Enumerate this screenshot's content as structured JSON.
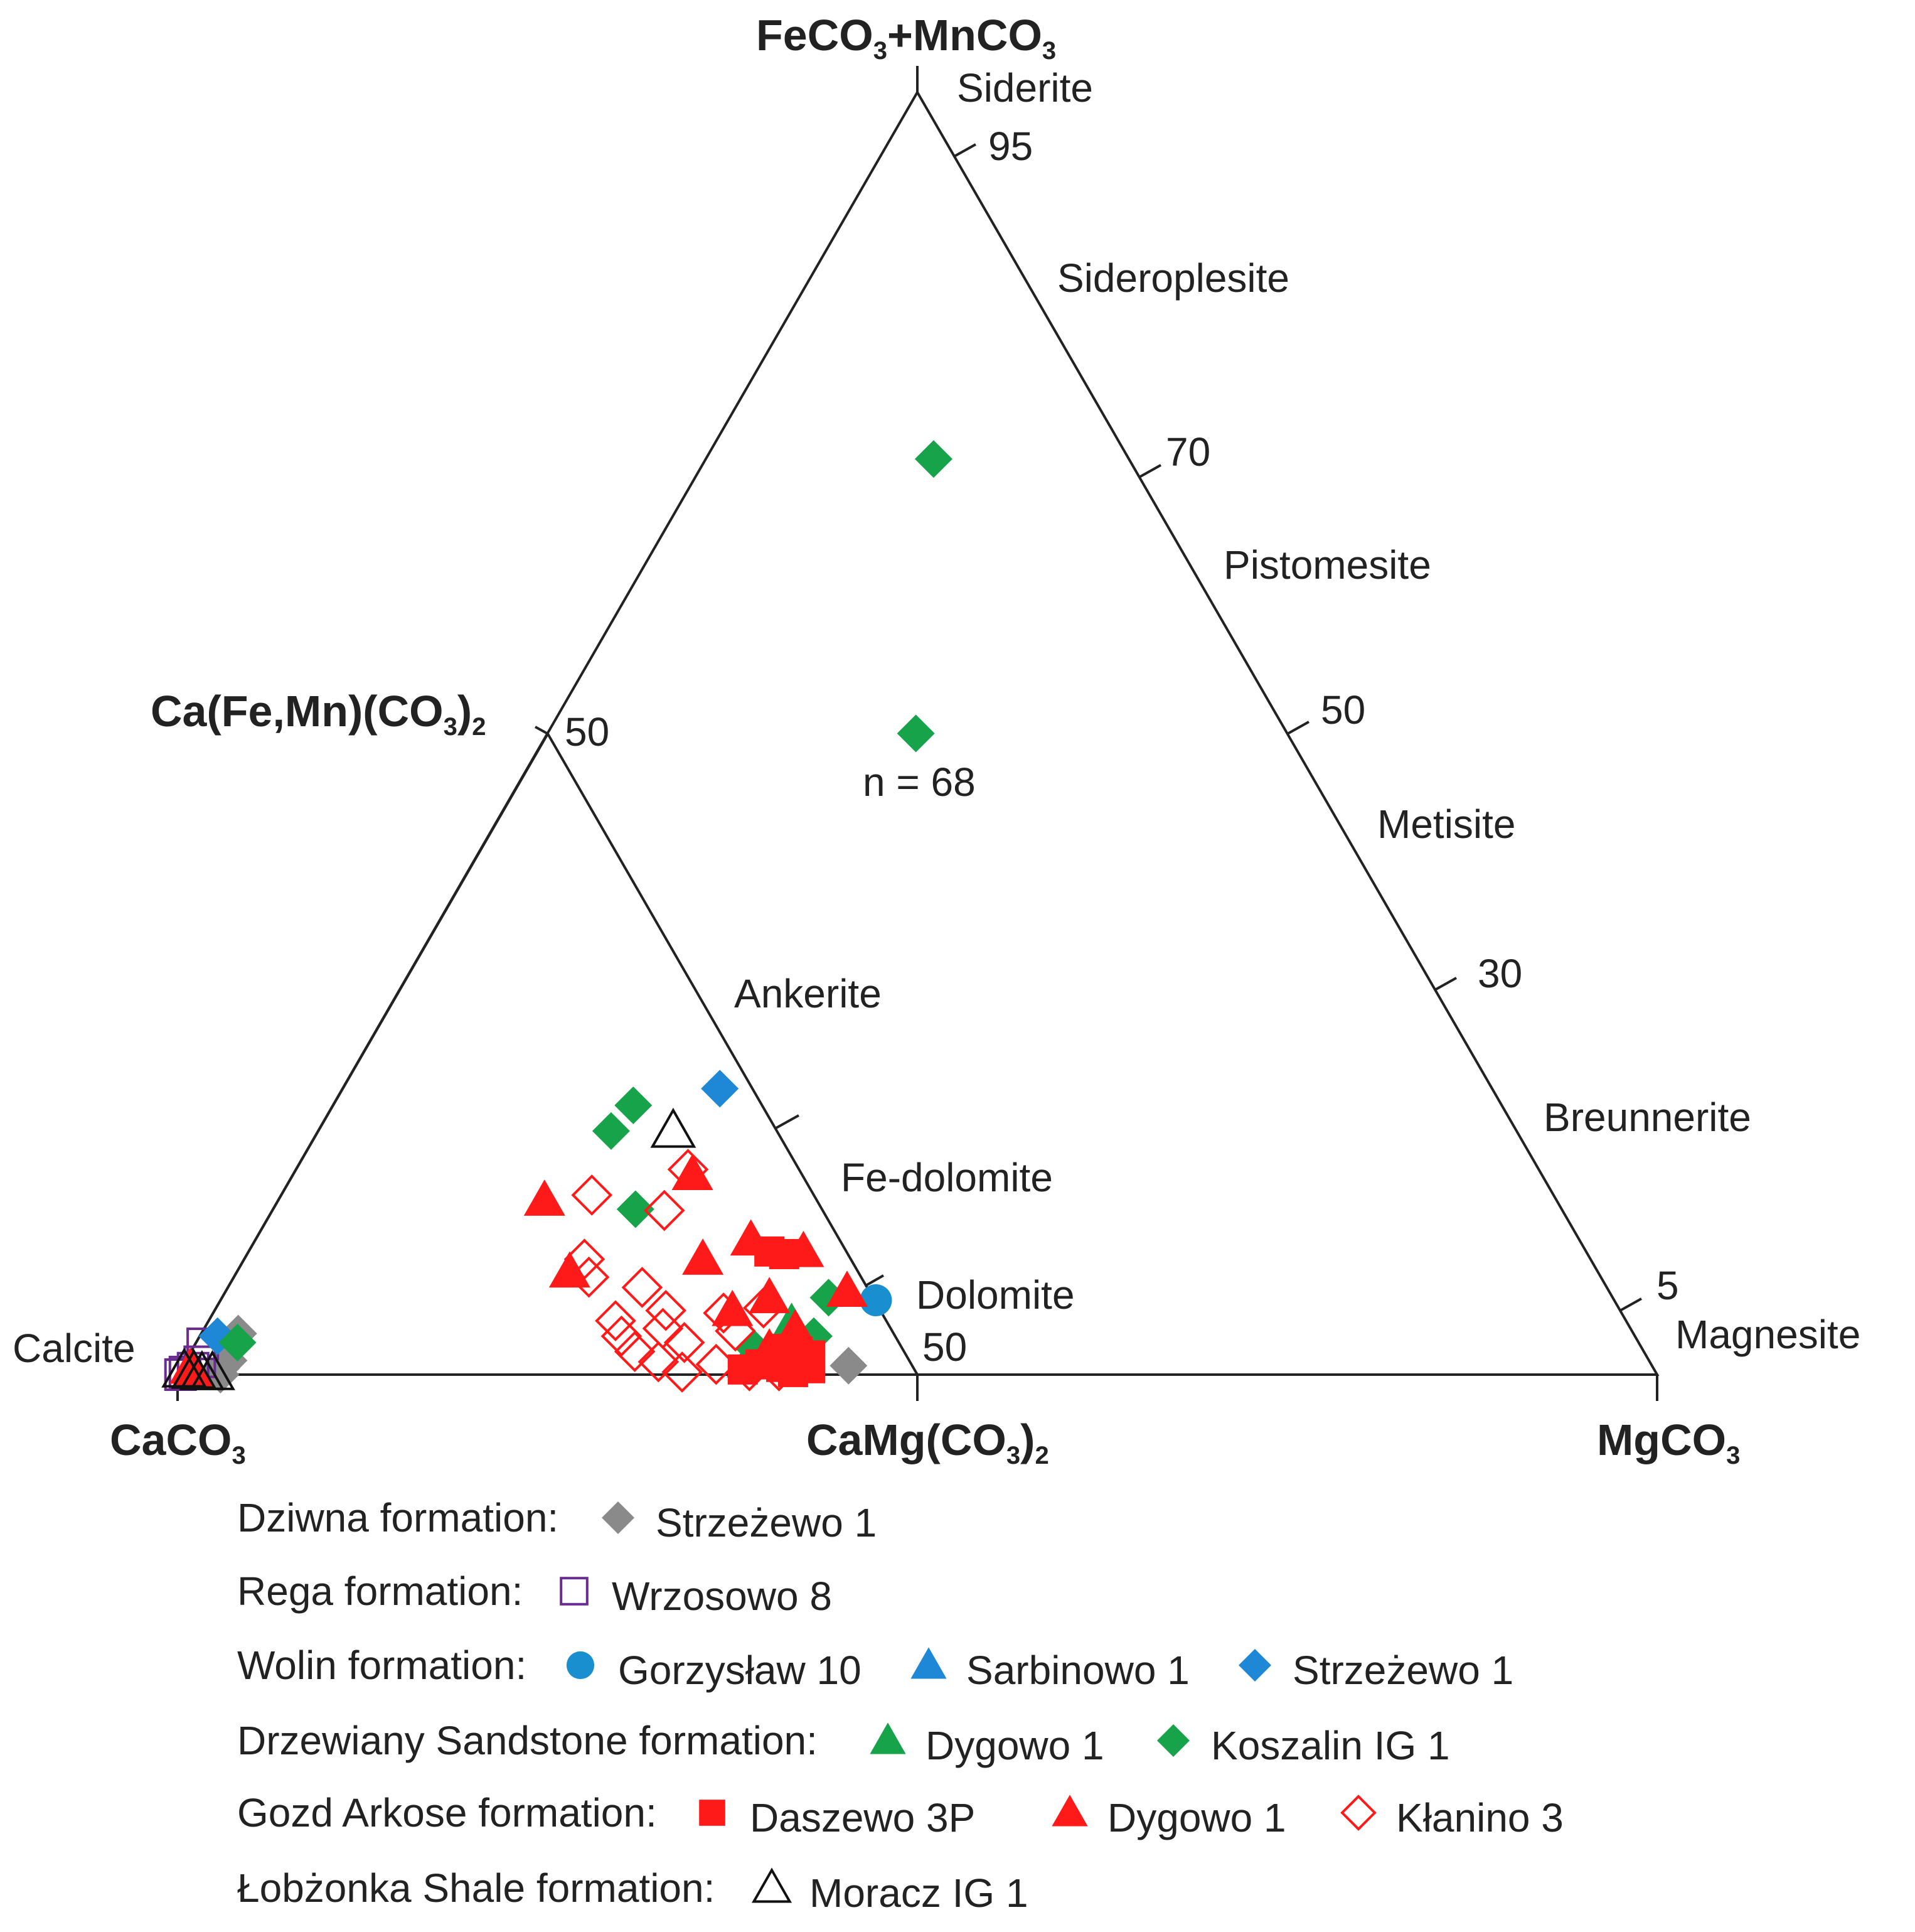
{
  "chart_data": {
    "type": "scatter",
    "subtype": "ternary",
    "title": "",
    "annotation": "n = 68",
    "colors": {
      "gray": "#8a8a8a",
      "purple": "#6a2c91",
      "blue_circle": "#1a8fd0",
      "blue_tri": "#1e88d6",
      "green": "#16a34a",
      "red": "#ff1a1a",
      "black": "#111111"
    },
    "vertices": {
      "top": {
        "main": "FeCO",
        "sub1": "3",
        "mid": "+MnCO",
        "sub2": "3"
      },
      "left": {
        "main": "CaCO",
        "sub1": "3"
      },
      "right": {
        "main": "MgCO",
        "sub1": "3"
      },
      "mid_bottom": {
        "main": "CaMg(CO",
        "sub1": "3",
        "close": ")",
        "sub2": "2"
      },
      "mid_left": {
        "main": "Ca(Fe,Mn)(CO",
        "sub1": "3",
        "close": ")",
        "sub2": "2"
      }
    },
    "right_edge_ticks": [
      "95",
      "70",
      "50",
      "30",
      "5"
    ],
    "left_edge_tick": "50",
    "bottom_edge_tick": "50",
    "minerals": {
      "siderite": "Siderite",
      "sideroplesite": "Sideroplesite",
      "pistomesite": "Pistomesite",
      "metisite": "Metisite",
      "breunnerite": "Breunnerite",
      "magnesite": "Magnesite",
      "ankerite": "Ankerite",
      "fe_dolomite": "Fe-dolomite",
      "dolomite": "Dolomite",
      "calcite": "Calcite"
    },
    "legend": [
      {
        "formation": "Dziwna formation:",
        "entries": [
          {
            "series": "strzezewo1_dziwna",
            "label": "Strzeżewo 1"
          }
        ]
      },
      {
        "formation": "Rega formation:",
        "entries": [
          {
            "series": "wrzosowo8",
            "label": "Wrzosowo 8"
          }
        ]
      },
      {
        "formation": "Wolin formation:",
        "entries": [
          {
            "series": "gorzyslaw10",
            "label": "Gorzysław 10"
          },
          {
            "series": "sarbinowo1",
            "label": "Sarbinowo 1"
          },
          {
            "series": "strzezewo1_wolin",
            "label": "Strzeżewo 1"
          }
        ]
      },
      {
        "formation": "Drzewiany Sandstone formation:",
        "entries": [
          {
            "series": "dygowo1_drzewiany",
            "label": "Dygowo 1"
          },
          {
            "series": "koszalin",
            "label": "Koszalin IG 1"
          }
        ]
      },
      {
        "formation": "Gozd Arkose formation:",
        "entries": [
          {
            "series": "daszewo3p",
            "label": "Daszewo 3P"
          },
          {
            "series": "dygowo1_gozd",
            "label": "Dygowo 1"
          },
          {
            "series": "klanino3",
            "label": "Kłanino 3"
          }
        ]
      },
      {
        "formation": "Łobżonka Shale formation:",
        "entries": [
          {
            "series": "moracz",
            "label": "Moracz IG 1"
          }
        ]
      }
    ],
    "series": [
      {
        "id": "strzezewo1_dziwna",
        "marker": "diamond",
        "filled": true,
        "color": "#8a8a8a",
        "points": [
          [
            2.5,
            3.2
          ],
          [
            2.5,
            2.1
          ],
          [
            2.9,
            1.1
          ],
          [
            2.7,
            0.5
          ],
          [
            2.9,
            0.0
          ],
          [
            45.0,
            0.7
          ]
        ]
      },
      {
        "id": "wrzosowo8",
        "marker": "square",
        "filled": false,
        "color": "#6a2c91",
        "points": [
          [
            0.5,
            2.4
          ],
          [
            1.0,
            1.0
          ],
          [
            0.4,
            0.2
          ],
          [
            0.8,
            0.5
          ],
          [
            0.2,
            0.0
          ]
        ]
      },
      {
        "id": "gorzyslaw10",
        "marker": "circle",
        "filled": true,
        "color": "#1a8fd0",
        "points": [
          [
            44.3,
            5.8
          ]
        ]
      },
      {
        "id": "sarbinowo1",
        "marker": "triangle",
        "filled": true,
        "color": "#1e88d6",
        "points": [
          [
            38.0,
            1.0
          ]
        ]
      },
      {
        "id": "strzezewo1_wolin",
        "marker": "diamond",
        "filled": true,
        "color": "#1e88d6",
        "points": [
          [
            1.2,
            3.0
          ],
          [
            25.5,
            22.3
          ]
        ]
      },
      {
        "id": "dygowo1_drzewiany",
        "marker": "triangle",
        "filled": true,
        "color": "#16a34a",
        "points": [
          [
            39.5,
            4.0
          ]
        ]
      },
      {
        "id": "koszalin",
        "marker": "diamond",
        "filled": true,
        "color": "#16a34a",
        "points": [
          [
            15.4,
            71.4
          ],
          [
            24.9,
            50.0
          ],
          [
            2.8,
            2.5
          ],
          [
            20.3,
            21.0
          ],
          [
            19.8,
            19.0
          ],
          [
            24.5,
            12.9
          ],
          [
            41.0,
            6.0
          ],
          [
            41.5,
            3.0
          ],
          [
            38.0,
            2.0
          ]
        ]
      },
      {
        "id": "daszewo3p",
        "marker": "square",
        "filled": true,
        "color": "#ff1a1a",
        "points": [
          [
            35.2,
            9.6
          ],
          [
            36.3,
            9.4
          ],
          [
            40.0,
            2.0
          ],
          [
            41.0,
            1.8
          ],
          [
            42.0,
            1.5
          ],
          [
            39.0,
            0.8
          ],
          [
            40.5,
            0.6
          ],
          [
            42.5,
            0.5
          ],
          [
            38.0,
            0.4
          ],
          [
            41.5,
            0.2
          ]
        ]
      },
      {
        "id": "dygowo1_gozd",
        "marker": "triangle",
        "filled": true,
        "color": "#ff1a1a",
        "points": [
          [
            18.0,
            13.6
          ],
          [
            27.0,
            15.6
          ],
          [
            33.5,
            10.5
          ],
          [
            37.5,
            9.6
          ],
          [
            31.0,
            9.0
          ],
          [
            22.5,
            8.0
          ],
          [
            37.0,
            6.0
          ],
          [
            42.0,
            6.5
          ],
          [
            35.0,
            5.0
          ],
          [
            40.0,
            3.5
          ],
          [
            39.0,
            2.0
          ],
          [
            41.0,
            1.0
          ],
          [
            0.6,
            0.5
          ],
          [
            0.9,
            0.2
          ]
        ]
      },
      {
        "id": "klanino3",
        "marker": "diamond",
        "filled": false,
        "color": "#ff1a1a",
        "points": [
          [
            26.5,
            16.0
          ],
          [
            21.0,
            14.0
          ],
          [
            26.5,
            12.8
          ],
          [
            23.0,
            9.0
          ],
          [
            24.0,
            7.6
          ],
          [
            28.0,
            6.8
          ],
          [
            37.0,
            5.2
          ],
          [
            30.5,
            5.0
          ],
          [
            34.5,
            4.8
          ],
          [
            27.5,
            4.2
          ],
          [
            31.0,
            3.6
          ],
          [
            36.0,
            3.4
          ],
          [
            28.5,
            3.0
          ],
          [
            33.0,
            2.5
          ],
          [
            30.0,
            1.8
          ],
          [
            32.0,
            1.0
          ],
          [
            36.0,
            0.8
          ],
          [
            34.0,
            0.2
          ],
          [
            38.5,
            0.3
          ],
          [
            40.5,
            0.3
          ]
        ]
      },
      {
        "id": "moracz",
        "marker": "triangle",
        "filled": false,
        "color": "#111111",
        "points": [
          [
            24.0,
            19.0
          ],
          [
            0.3,
            0.3
          ],
          [
            1.0,
            0.2
          ],
          [
            1.6,
            0.1
          ],
          [
            2.3,
            0.1
          ]
        ]
      }
    ]
  }
}
